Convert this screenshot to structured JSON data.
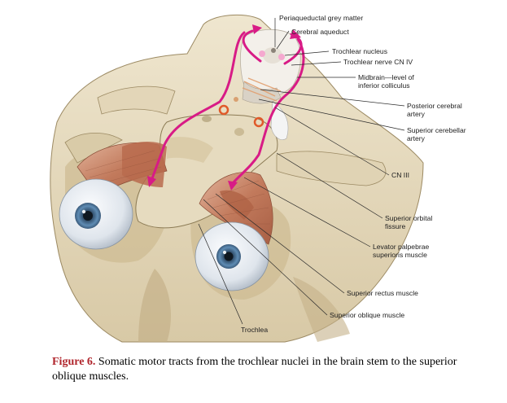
{
  "colors": {
    "tract": "#d81b86",
    "bone": "#e8dcc0",
    "bone_shadow": "#c9b890",
    "muscle": "#c88566",
    "sclera": "#e9edf2",
    "iris": "#4f7aa0",
    "caption_label": "#b0252c"
  },
  "labels": [
    {
      "id": "periaqueductal",
      "text": "Periaqueductal grey matter"
    },
    {
      "id": "cerebral-aqueduct",
      "text": "Cerebral aqueduct"
    },
    {
      "id": "trochlear-nucleus",
      "text": "Trochlear nucleus"
    },
    {
      "id": "trochlear-nerve",
      "text": "Trochlear nerve CN IV"
    },
    {
      "id": "midbrain-1",
      "text": "Midbrain—level of"
    },
    {
      "id": "midbrain-2",
      "text": "inferior colliculus"
    },
    {
      "id": "pca-1",
      "text": "Posterior cerebral"
    },
    {
      "id": "pca-2",
      "text": "artery"
    },
    {
      "id": "sca-1",
      "text": "Superior cerebellar"
    },
    {
      "id": "sca-2",
      "text": "artery"
    },
    {
      "id": "cn3",
      "text": "CN III"
    },
    {
      "id": "sof-1",
      "text": "Superior orbital"
    },
    {
      "id": "sof-2",
      "text": "fissure"
    },
    {
      "id": "lps-1",
      "text": "Levator palpebrae"
    },
    {
      "id": "lps-2",
      "text": "superioris muscle"
    },
    {
      "id": "sr",
      "text": "Superior rectus muscle"
    },
    {
      "id": "so",
      "text": "Superior oblique muscle"
    },
    {
      "id": "trochlea",
      "text": "Trochlea"
    }
  ],
  "caption": {
    "label": "Figure 6.",
    "text": " Somatic motor tracts from the trochlear nuclei in the brain stem to the superior oblique muscles."
  }
}
